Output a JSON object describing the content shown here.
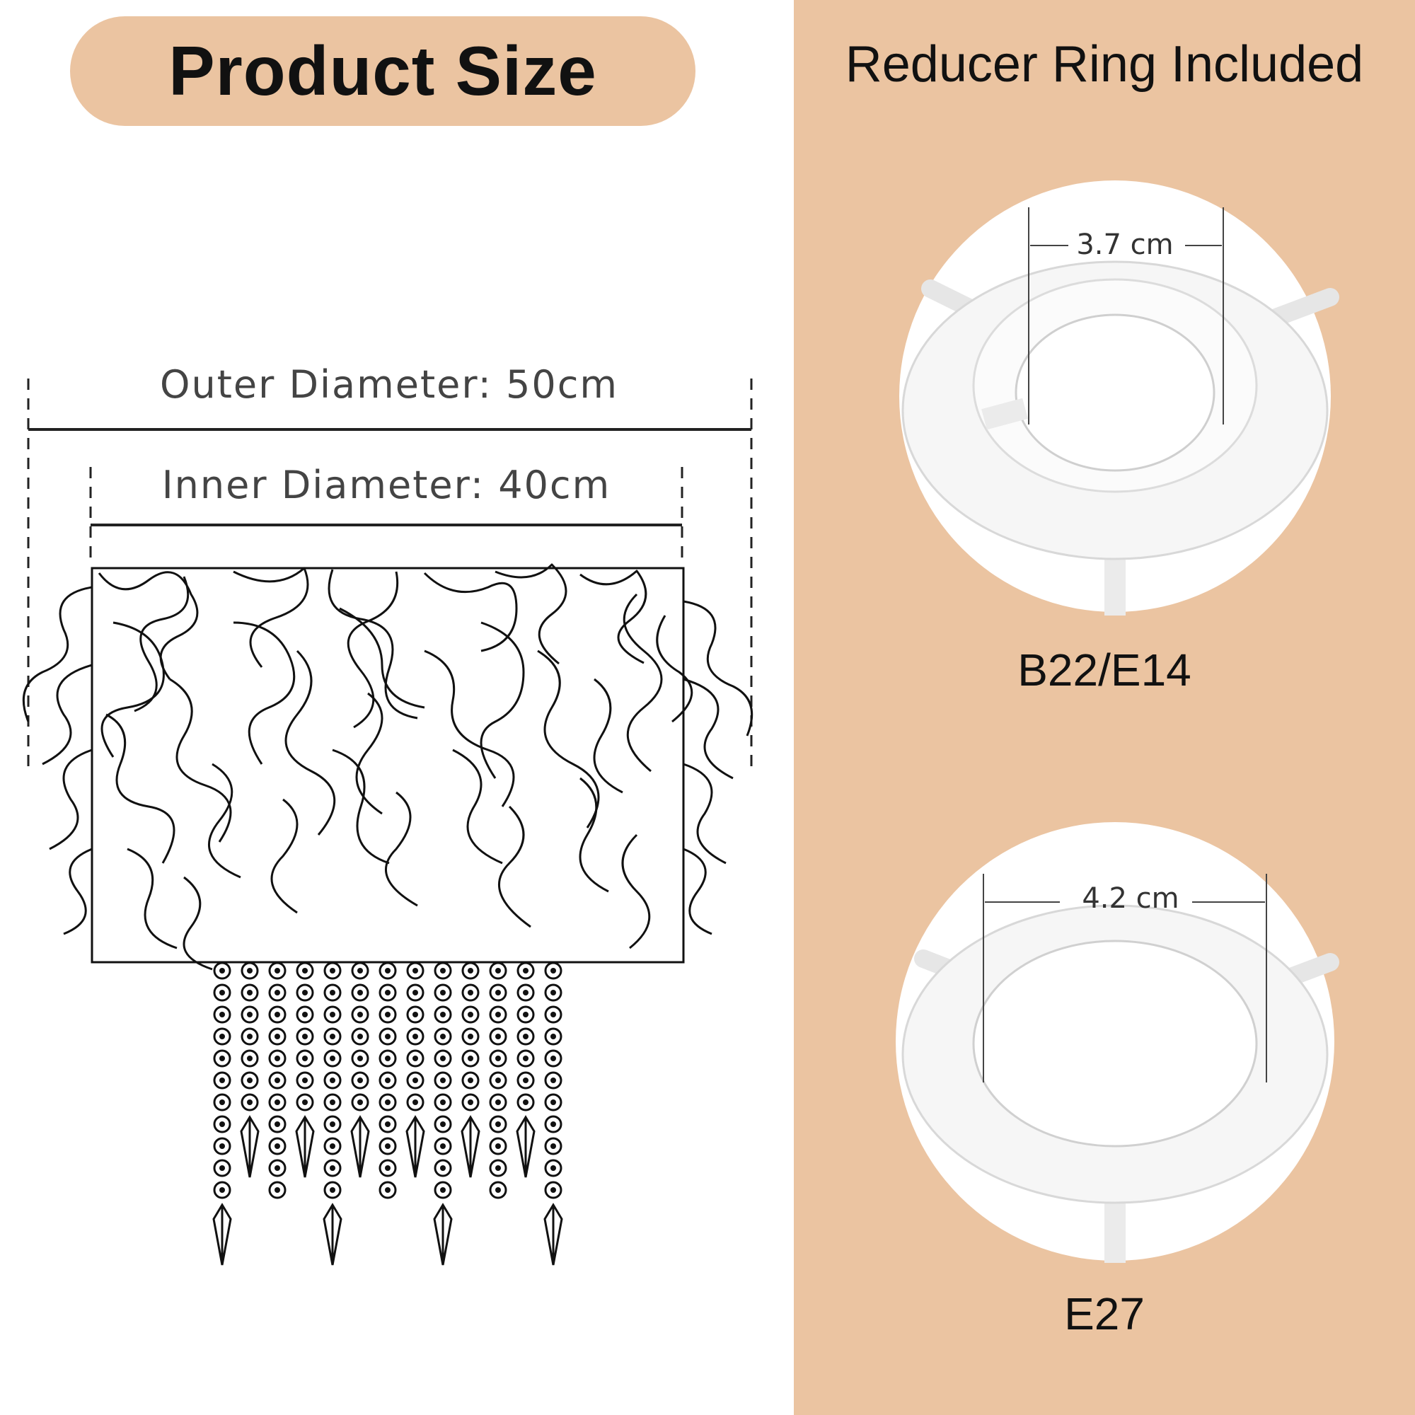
{
  "left": {
    "title": "Product Size",
    "outer_diameter_label": "Outer Diameter: 50cm",
    "inner_diameter_label": "Inner Diameter: 40cm"
  },
  "right": {
    "title": "Reducer Ring Included",
    "rings": [
      {
        "measure": "3.7 cm",
        "label": "B22/E14"
      },
      {
        "measure": "4.2 cm",
        "label": "E27"
      }
    ]
  },
  "colors": {
    "accent_peach": "#ebc4a1",
    "ink": "#111111",
    "ring_white": "#f7f7f7"
  }
}
